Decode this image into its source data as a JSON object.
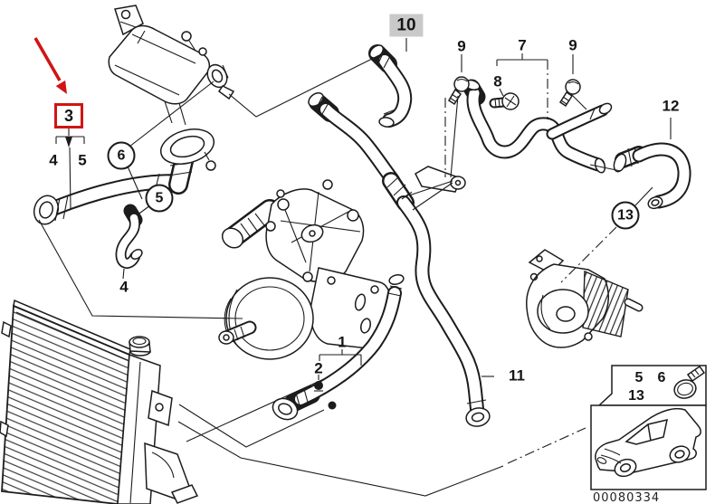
{
  "diagram": {
    "doc_number": "00080334",
    "colors": {
      "line": "#1c1c1c",
      "accent_red": "#d11414",
      "highlight_bg": "#c9c9c9",
      "paper": "#ffffff"
    },
    "pointer": {
      "type": "red-arrow",
      "points_to": "3"
    },
    "callouts": [
      {
        "text": "3",
        "style": "red-box"
      },
      {
        "text": "4",
        "style": "plain"
      },
      {
        "text": "5",
        "style": "plain"
      },
      {
        "text": "6",
        "style": "circled"
      },
      {
        "text": "5",
        "style": "circled"
      },
      {
        "text": "4",
        "style": "plain"
      },
      {
        "text": "10",
        "style": "highlighted"
      },
      {
        "text": "9",
        "style": "plain"
      },
      {
        "text": "7",
        "style": "plain"
      },
      {
        "text": "8",
        "style": "plain"
      },
      {
        "text": "9",
        "style": "plain"
      },
      {
        "text": "12",
        "style": "plain"
      },
      {
        "text": "13",
        "style": "circled"
      },
      {
        "text": "1",
        "style": "plain"
      },
      {
        "text": "2",
        "style": "plain"
      },
      {
        "text": "11",
        "style": "plain"
      }
    ],
    "legend": {
      "items": [
        "5",
        "6",
        "13"
      ],
      "icon": "hose-clamp-icon"
    },
    "vehicle_thumb": {
      "icon": "car-icon"
    }
  }
}
